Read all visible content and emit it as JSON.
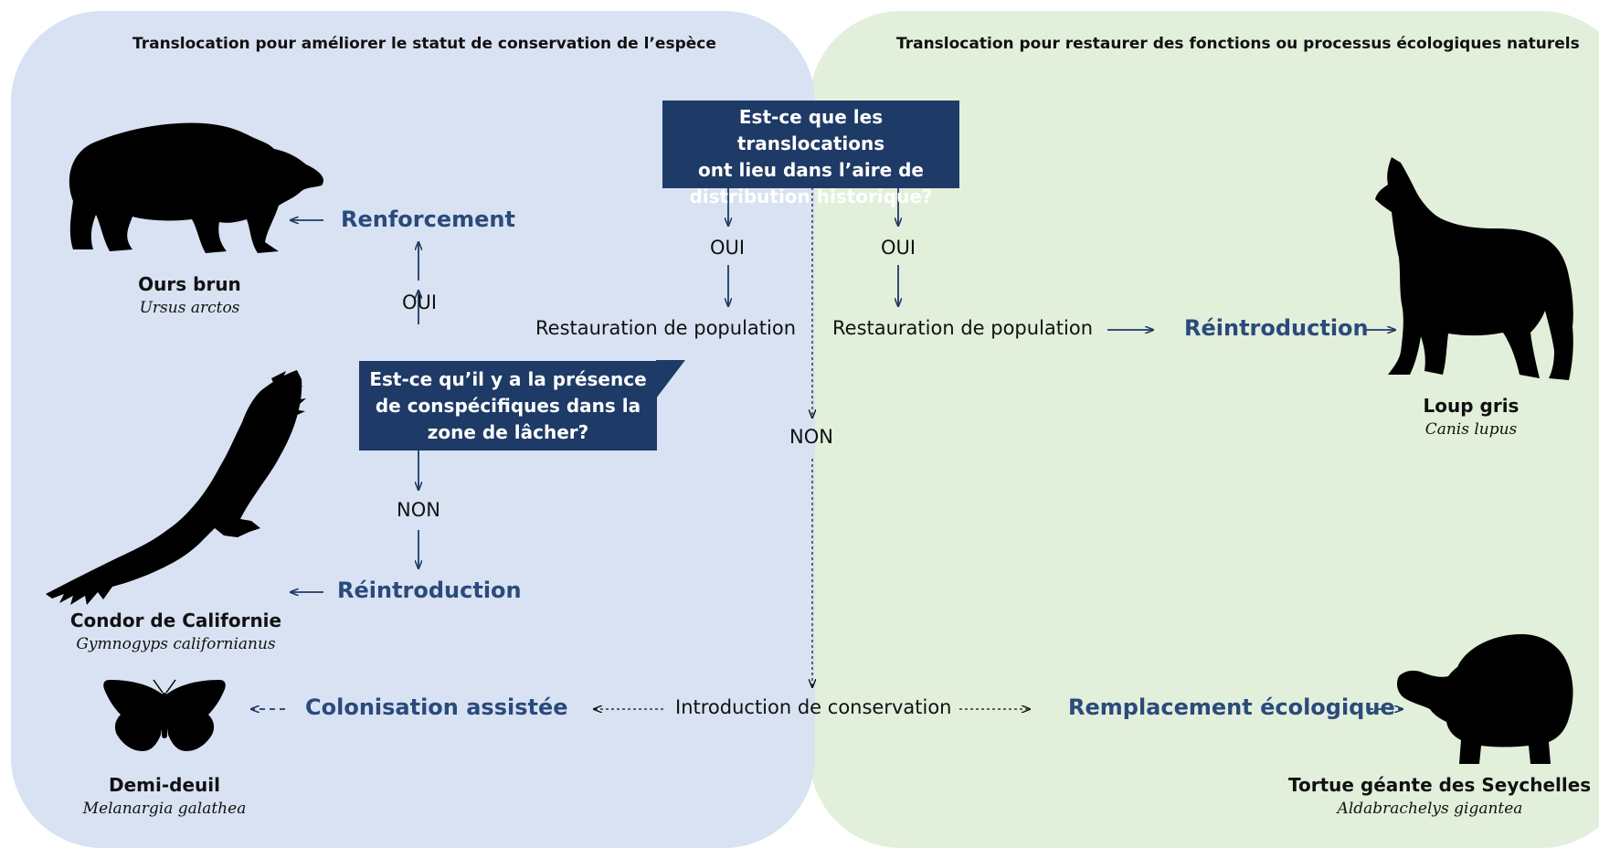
{
  "headers": {
    "left": "Translocation pour améliorer le statut de conservation de l’espèce",
    "right": "Translocation pour restaurer des fonctions ou processus écologiques naturels"
  },
  "questions": {
    "range": [
      "Est-ce que les translocations",
      "ont lieu dans l’aire de",
      "distribution historique?"
    ],
    "conspecifics": [
      "Est-ce qu’il y a la présence",
      "de conspécifiques dans la",
      "zone de lâcher?"
    ]
  },
  "flow": {
    "oui_left": "OUI",
    "oui_center": "OUI",
    "oui_right": "OUI",
    "non_left": "NON",
    "non_center": "NON",
    "restauration_left": "Restauration de population",
    "restauration_right": "Restauration de population",
    "introduction": "Introduction de conservation"
  },
  "outcomes": {
    "renforcement": "Renforcement",
    "reintroduction_left": "Réintroduction",
    "reintroduction_right": "Réintroduction",
    "colonisation": "Colonisation assistée",
    "remplacement": "Remplacement écologique"
  },
  "species": {
    "bear": {
      "common": "Ours brun",
      "latin": "Ursus arctos",
      "icon": "bear-silhouette"
    },
    "condor": {
      "common": "Condor de Californie",
      "latin": "Gymnogyps californianus",
      "icon": "condor-silhouette"
    },
    "butterfly": {
      "common": "Demi-deuil",
      "latin": "Melanargia galathea",
      "icon": "butterfly-silhouette"
    },
    "wolf": {
      "common": "Loup gris",
      "latin": "Canis lupus",
      "icon": "wolf-silhouette"
    },
    "tortoise": {
      "common": "Tortue géante des Seychelles",
      "latin": "Aldabrachelys gigantea",
      "icon": "tortoise-silhouette"
    }
  },
  "colors": {
    "left_panel": "#d8e2f2",
    "right_panel": "#e2efda",
    "question_box": "#1e3a66",
    "outcome_text": "#2b4a7c"
  }
}
